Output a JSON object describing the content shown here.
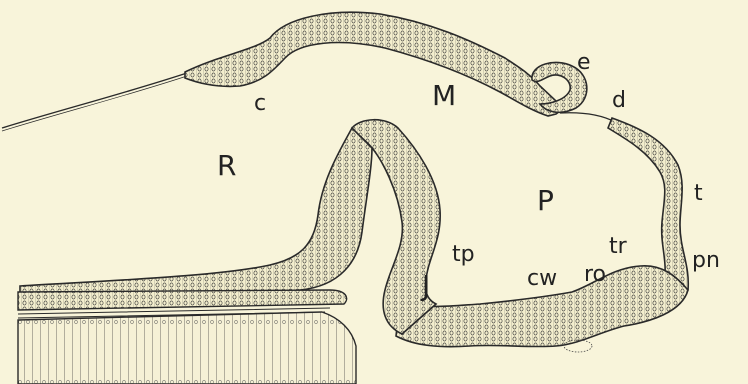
{
  "figure": {
    "labels": {
      "c": "c",
      "M": "M",
      "e": "e",
      "d": "d",
      "R": "R",
      "P": "P",
      "t": "t",
      "tp": "tp",
      "J": "J",
      "cw": "cw",
      "ro": "ro",
      "tr": "tr",
      "pn": "pn"
    },
    "colors": {
      "background": "#f8f4da",
      "ink": "#2a2a2a"
    }
  }
}
